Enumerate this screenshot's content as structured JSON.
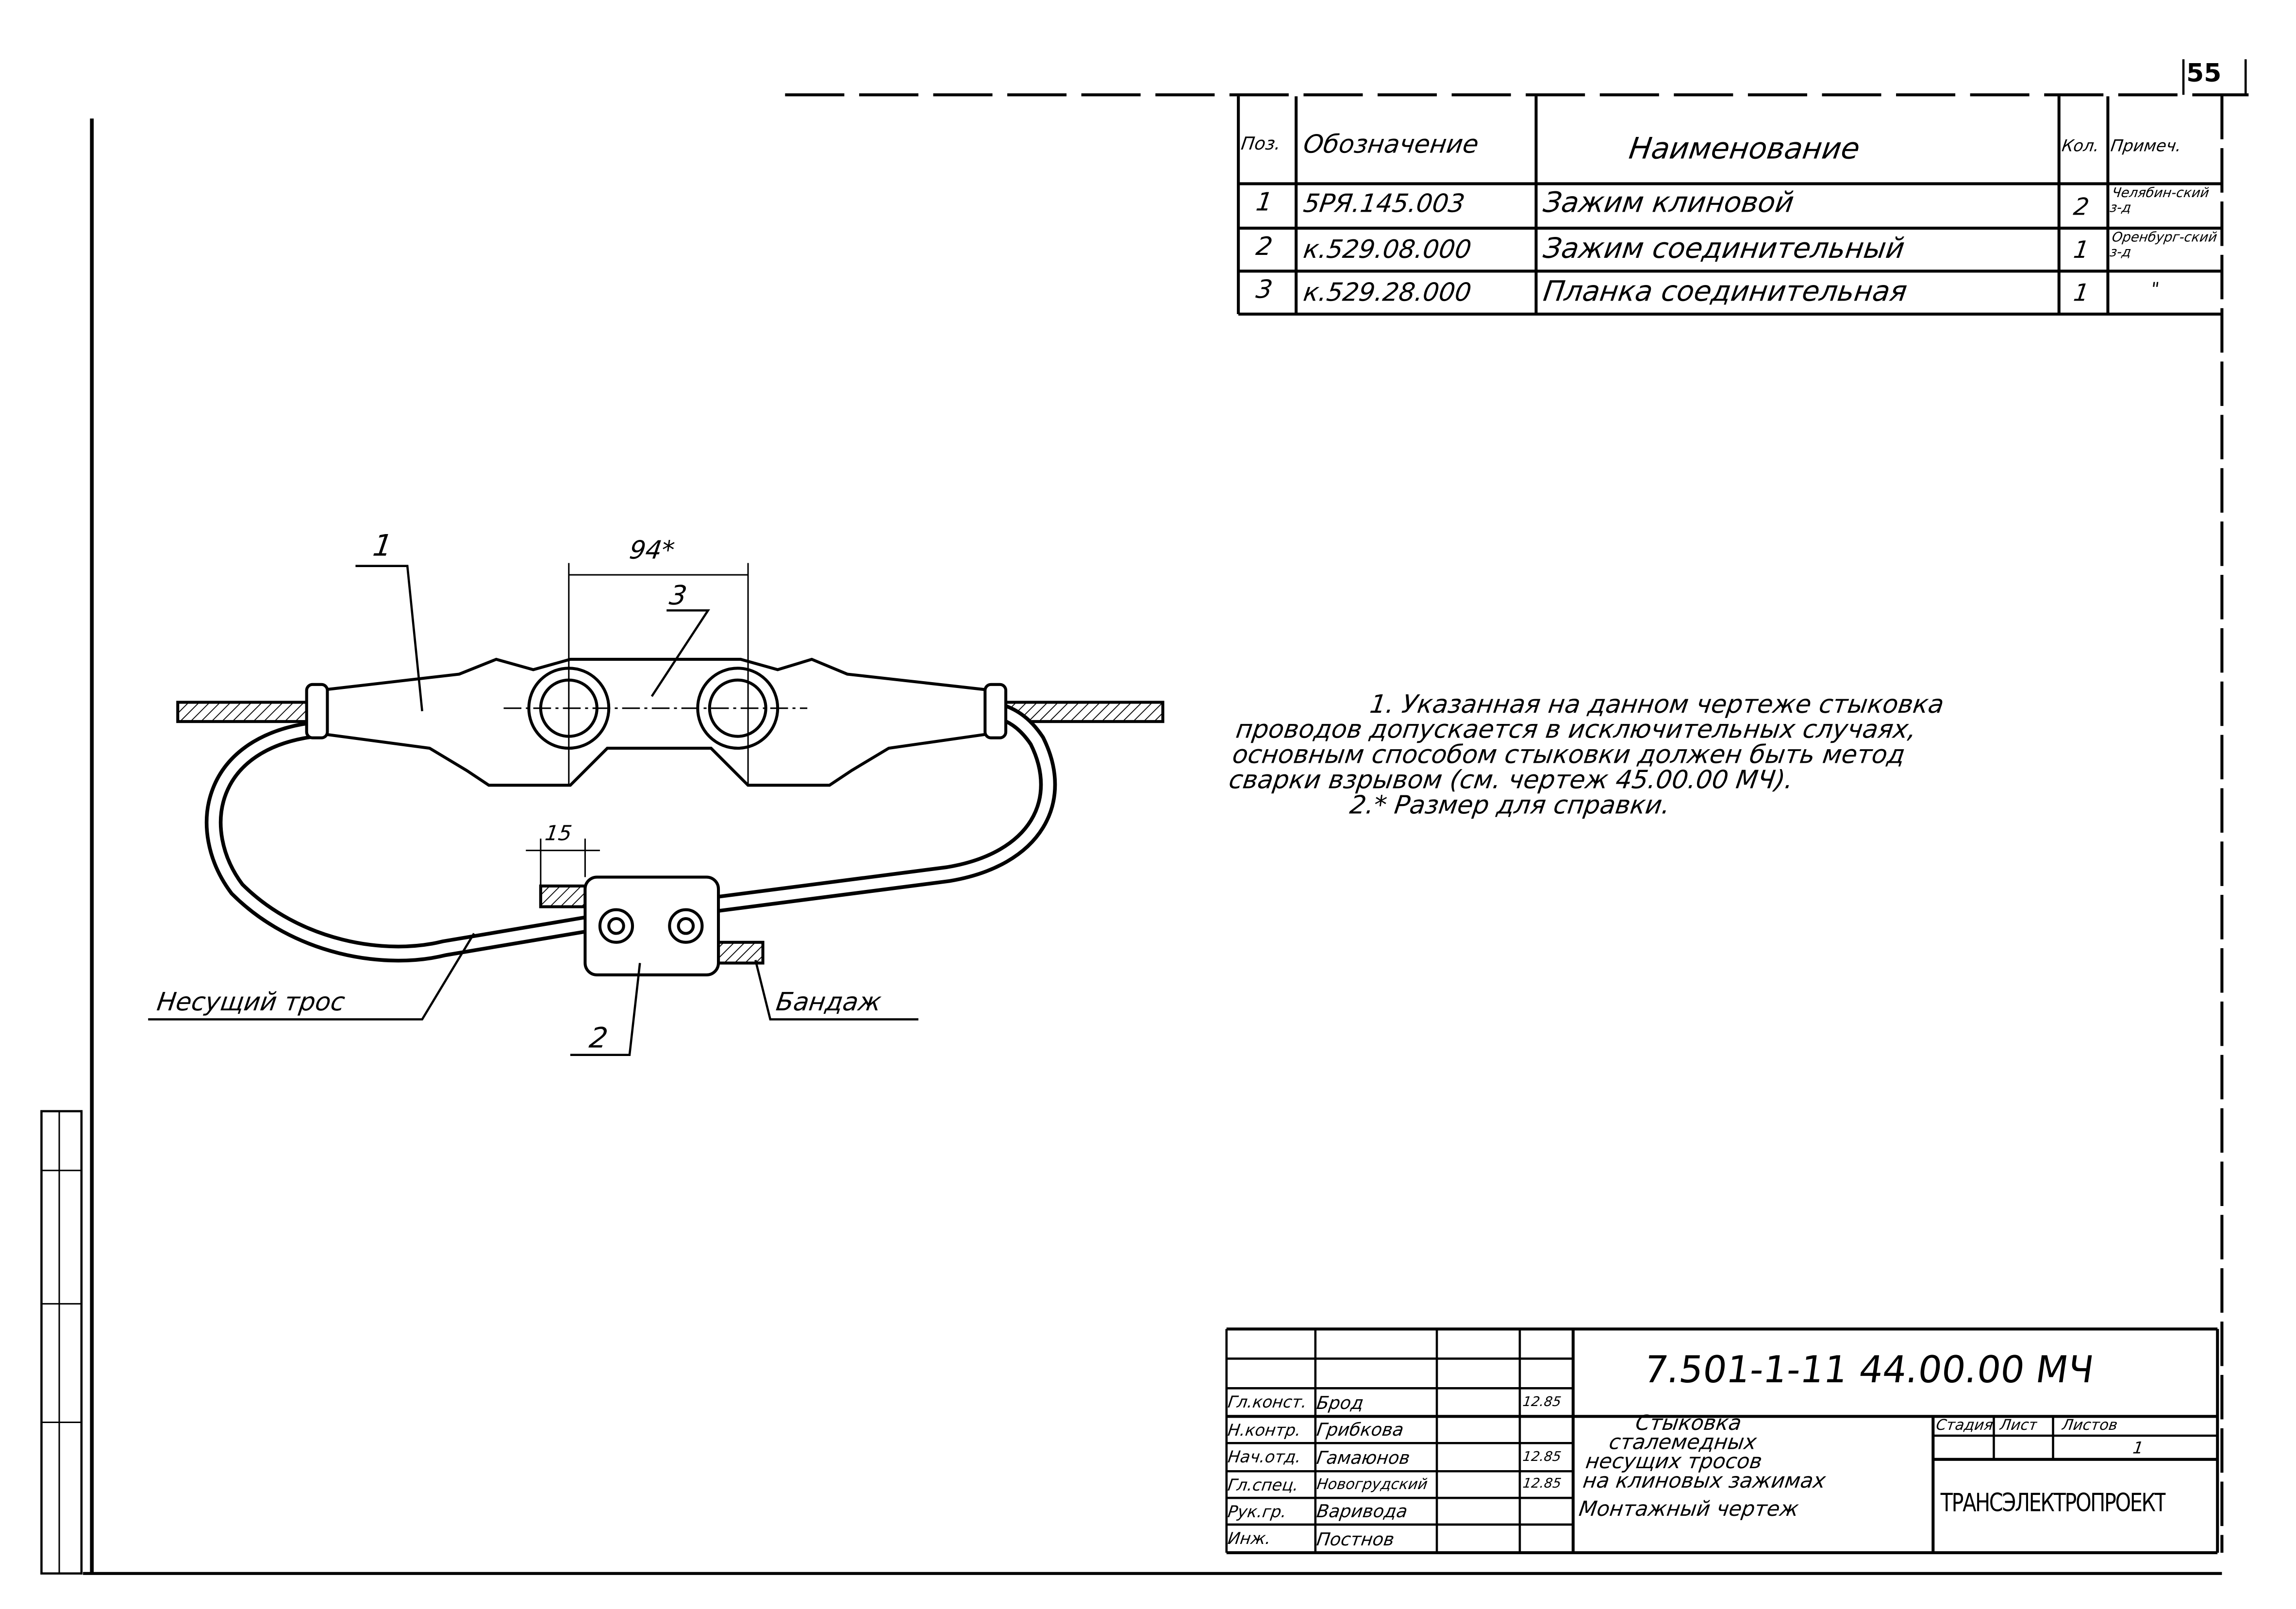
{
  "sheet_number": "55",
  "spec_table": {
    "headers": {
      "pos": "Поз.",
      "designation": "Обозначение",
      "name": "Наименование",
      "qty": "Кол.",
      "note": "Примеч."
    },
    "rows": [
      {
        "pos": "1",
        "designation": "5РЯ.145.003",
        "name": "Зажим клиновой",
        "qty": "2",
        "note": "Челябин-ский з-д"
      },
      {
        "pos": "2",
        "designation": "к.529.08.000",
        "name": "Зажим соединительный",
        "qty": "1",
        "note": "Оренбург-ский з-д"
      },
      {
        "pos": "3",
        "designation": "к.529.28.000",
        "name": "Планка соединительная",
        "qty": "1",
        "note": "\""
      }
    ]
  },
  "drawing": {
    "callouts": {
      "p1": "1",
      "p2": "2",
      "p3": "3"
    },
    "dimensions": {
      "span": "94*",
      "offset": "15"
    },
    "labels": {
      "cable": "Несущий трос",
      "bandage": "Бандаж"
    }
  },
  "notes": {
    "n1_line1": "1. Указанная на данном чертеже стыковка",
    "n1_line2": "проводов допускается в исключительных случаях,",
    "n1_line3": "основным способом стыковки должен быть метод",
    "n1_line4": "сварки взрывом (см. чертеж 45.00.00 МЧ).",
    "n2": "2.* Размер для справки."
  },
  "title_block": {
    "code": "7.501-1-11   44.00.00 МЧ",
    "title_lines": [
      "Стыковка",
      "сталемедных",
      "несущих тросов",
      "на клиновых зажимах"
    ],
    "subtitle": "Монтажный чертеж",
    "stage_headers": {
      "stage": "Стадия",
      "sheet": "Лист",
      "sheets": "Листов"
    },
    "stage_values": {
      "stage": "",
      "sheet": "",
      "sheets": "1"
    },
    "organization": "ТРАНСЭЛЕКТРОПРОЕКТ",
    "people": [
      {
        "role": "Гл.конст.",
        "name": "Брод",
        "date": "12.85"
      },
      {
        "role": "Н.контр.",
        "name": "Грибкова",
        "date": ""
      },
      {
        "role": "Нач.отд.",
        "name": "Гамаюнов",
        "date": "12.85"
      },
      {
        "role": "Гл.спец.",
        "name": "Новогрудский",
        "date": "12.85"
      },
      {
        "role": "Рук.гр.",
        "name": "Варивода",
        "date": ""
      },
      {
        "role": "Инж.",
        "name": "Постнов",
        "date": ""
      }
    ]
  }
}
